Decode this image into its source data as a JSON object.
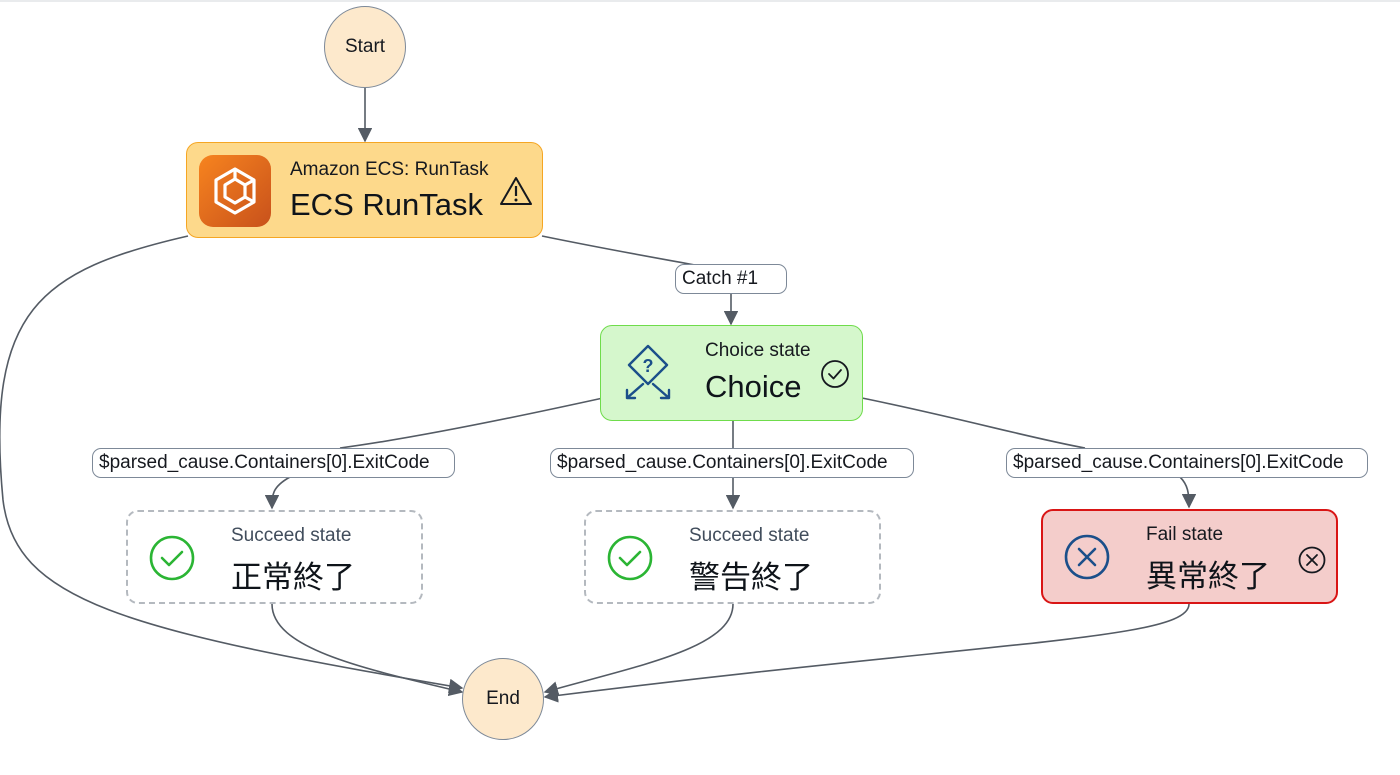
{
  "start": {
    "label": "Start"
  },
  "end": {
    "label": "End"
  },
  "ecs_task": {
    "type": "Amazon ECS: RunTask",
    "name": "ECS RunTask",
    "status_icon": "warning-icon"
  },
  "catch_label": "Catch #1",
  "choice": {
    "type": "Choice state",
    "name": "Choice",
    "status_icon": "check-circle-icon"
  },
  "branch_labels": [
    "$parsed_cause.Containers[0].ExitCode",
    "$parsed_cause.Containers[0].ExitCode",
    "$parsed_cause.Containers[0].ExitCode"
  ],
  "succeed_normal": {
    "type": "Succeed state",
    "name": "正常終了"
  },
  "succeed_warning": {
    "type": "Succeed state",
    "name": "警告終了"
  },
  "fail": {
    "type": "Fail state",
    "name": "異常終了",
    "status_icon": "x-circle-icon"
  },
  "colors": {
    "task_fill": "#fdd98b",
    "task_border": "#f5a623",
    "choice_fill": "#d5f7cc",
    "choice_border": "#6fdc4b",
    "fail_fill": "#f4cdcb",
    "fail_border": "#d91515",
    "succeed_green": "#2bb534",
    "terminal_fill": "#fde9cc"
  }
}
